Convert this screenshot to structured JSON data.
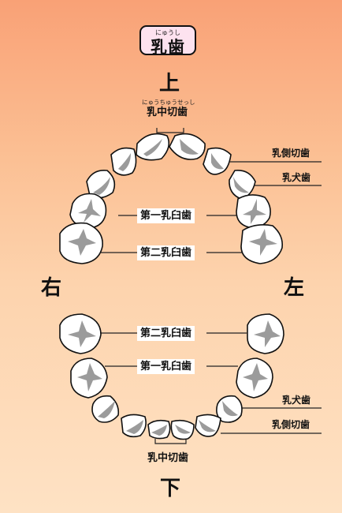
{
  "title": {
    "ruby": "にゅうし",
    "main": "乳歯"
  },
  "upper": {
    "heading": "上",
    "central_ruby": "にゅうちゅうせっし",
    "central_label": "乳中切歯",
    "lateral_label": "乳側切歯",
    "canine_label": "乳犬歯",
    "first_molar_label": "第一乳臼歯",
    "second_molar_label": "第二乳臼歯"
  },
  "sides": {
    "right": "右",
    "left": "左"
  },
  "lower": {
    "second_molar_label": "第二乳臼歯",
    "first_molar_label": "第一乳臼歯",
    "canine_label": "乳犬歯",
    "lateral_label": "乳側切歯",
    "central_label": "乳中切歯",
    "heading": "下"
  },
  "colors": {
    "tooth_fill": "#ffffff",
    "tooth_shade": "#9b9b9b",
    "outline": "#111111",
    "title_bg": "#fde2ef"
  }
}
